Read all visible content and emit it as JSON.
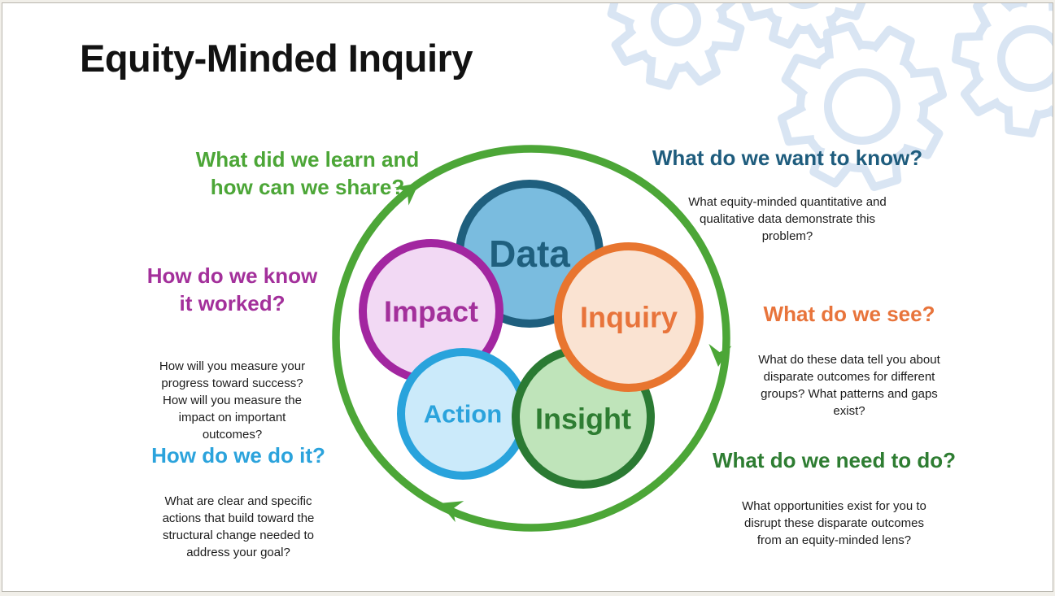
{
  "slide_title": "Equity-Minded Inquiry",
  "palette": {
    "cycle_green": "#4CA637",
    "teal_heading": "#1E5C7D",
    "magenta_heading": "#A3309B",
    "orange_heading": "#E8743B",
    "blue_heading": "#2BA3DC",
    "dark_green_heading": "#2E7D32",
    "gear_blue": "#D9E5F3",
    "body_text": "#1C1C1C"
  },
  "cycle": {
    "circles": [
      {
        "label": "Data",
        "fill": "#7ABCDF",
        "stroke": "#1F5F7E",
        "text_color": "#1F5F7E"
      },
      {
        "label": "Impact",
        "fill": "#F2D9F4",
        "stroke": "#A226A0",
        "text_color": "#A3309B"
      },
      {
        "label": "Action",
        "fill": "#CBEAFA",
        "stroke": "#29A3DC",
        "text_color": "#2BA3DC"
      },
      {
        "label": "Insight",
        "fill": "#BFE4BA",
        "stroke": "#2B7A33",
        "text_color": "#2E7D32"
      },
      {
        "label": "Inquiry",
        "fill": "#FAE3D2",
        "stroke": "#E8752F",
        "text_color": "#E8743B"
      }
    ]
  },
  "questions": {
    "learn_share": {
      "heading": "What did we learn and\nhow can we share?",
      "sub": ""
    },
    "want_know": {
      "heading": "What do we want to know?",
      "sub": "What equity-minded quantitative and\nqualitative data demonstrate this\nproblem?"
    },
    "worked": {
      "heading": "How do we know\nit worked?",
      "sub": "How will you measure your\nprogress toward success?\nHow will you measure the\nimpact on important\noutcomes?"
    },
    "see": {
      "heading": "What do we see?",
      "sub": "What do these data tell you about\ndisparate outcomes for different\ngroups? What patterns and gaps\nexist?"
    },
    "do_it": {
      "heading": "How do we do it?",
      "sub": "What are clear and specific\nactions that build toward the\nstructural change needed to\naddress your goal?"
    },
    "need_do": {
      "heading": "What do we need to do?",
      "sub": "What opportunities exist for you to\ndisrupt these disparate outcomes\nfrom an equity-minded lens?"
    }
  }
}
